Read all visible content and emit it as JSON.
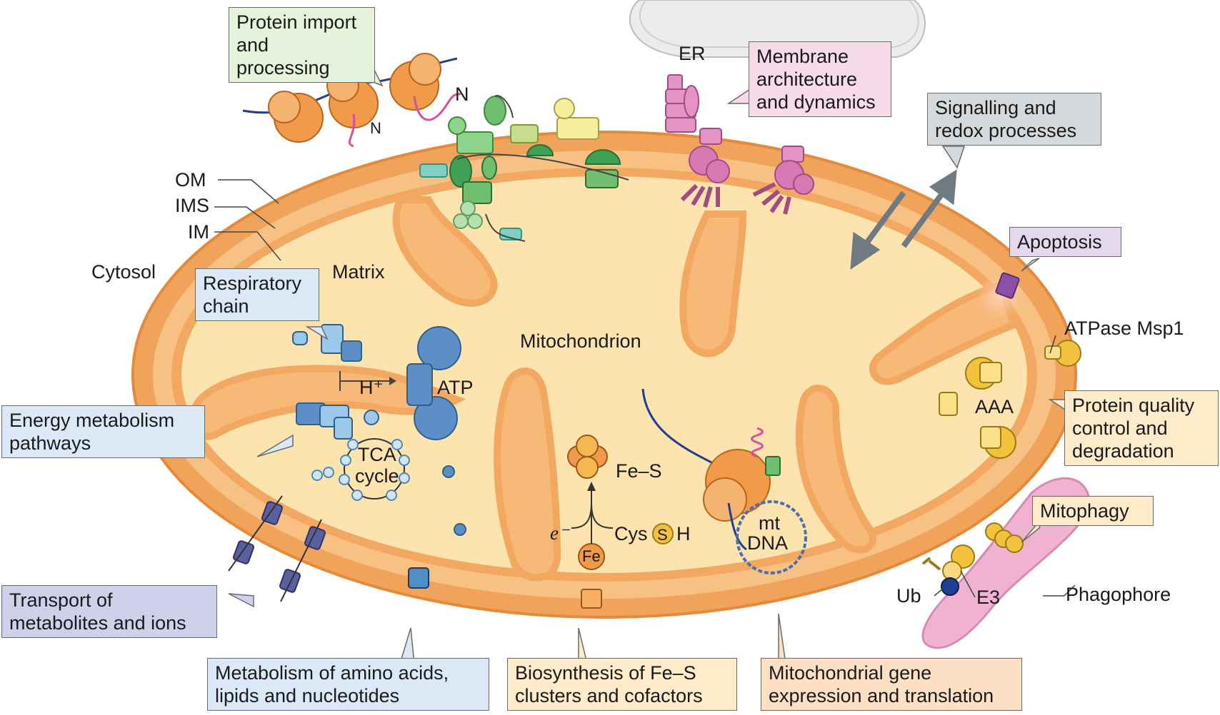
{
  "boxes": {
    "protein_import": "Protein import\nand processing",
    "membrane": "Membrane\narchitecture\nand dynamics",
    "signalling": "Signalling and\nredox processes",
    "respiratory": "Respiratory\nchain",
    "energy": "Energy metabolism\npathways",
    "apoptosis": "Apoptosis",
    "protein_quality": "Protein quality\ncontrol and\ndegradation",
    "mitophagy": "Mitophagy",
    "transport": "Transport of\nmetabolites and ions",
    "amino_acids": "Metabolism of amino acids,\nlipids and nucleotides",
    "fes_biosynthesis": "Biosynthesis of Fe–S\nclusters and cofactors",
    "gene_expression": "Mitochondrial gene\nexpression and translation"
  },
  "labels": {
    "er": "ER",
    "om": "OM",
    "ims": "IMS",
    "im": "IM",
    "cytosol": "Cytosol",
    "matrix": "Matrix",
    "mitochondrion": "Mitochondrion",
    "hplus": "H⁺",
    "atp": "ATP",
    "tca": "TCA\ncycle",
    "fes": "Fe–S",
    "e_minus": "e⁻",
    "fe": "Fe",
    "cys": "Cys",
    "s": "S",
    "h": "H",
    "mt": "mt",
    "dna": "DNA",
    "n1": "N",
    "n2": "N",
    "atpase": "ATPase Msp1",
    "aaa": "AAA",
    "ub": "Ub",
    "e3": "E3",
    "phagophore": "Phagophore"
  },
  "colors": {
    "outer_membrane": "#f0a35a",
    "ims": "#f7c184",
    "matrix": "#fde3ae",
    "import_green": "#7dc77f",
    "membrane_pink": "#d879b6",
    "respiratory_blue": "#5b8fc6",
    "transport_violet": "#5a5f9e",
    "quality_yellow": "#f2c23c",
    "ribosome_orange": "#f09a4a",
    "phagophore": "#efb3d1"
  }
}
